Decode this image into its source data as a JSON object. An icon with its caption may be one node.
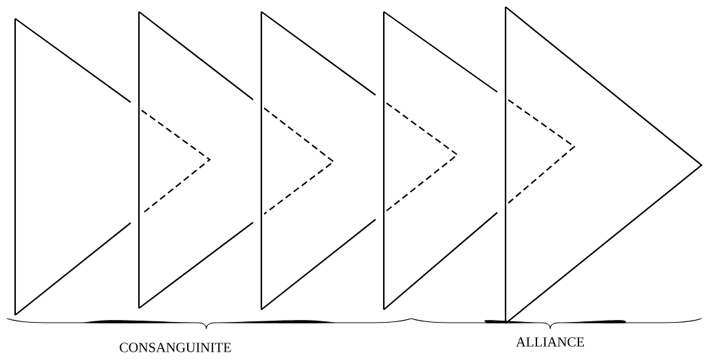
{
  "diagram": {
    "nodes": [
      {
        "text": [],
        "shape": "triangle"
      },
      {
        "text": [],
        "shape": "triangle"
      },
      {
        "text": [],
        "shape": "triangle"
      },
      {
        "text": [],
        "shape": "triangle"
      },
      {
        "text": [],
        "shape": "triangle"
      }
    ],
    "labels": [
      "CONSANGUINITE",
      "ALLIANCE"
    ]
  }
}
